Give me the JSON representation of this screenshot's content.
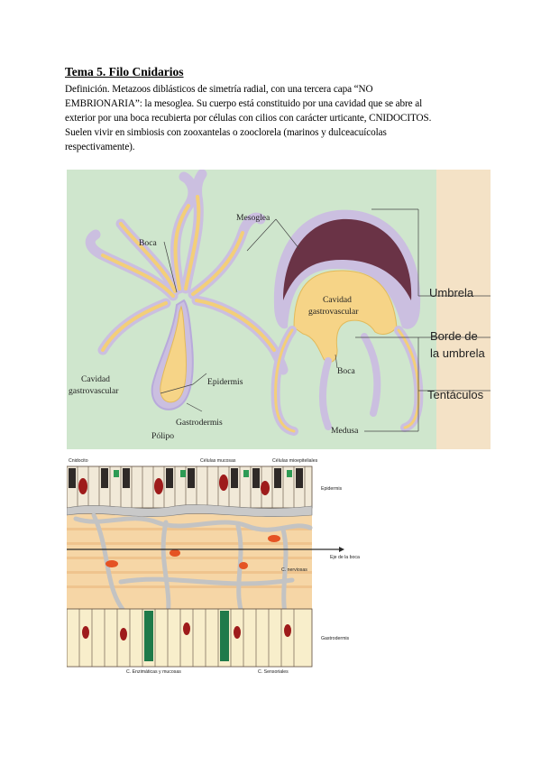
{
  "document": {
    "title": "Tema 5. Filo Cnidarios",
    "lines": [
      "Definición. Metazoos diblásticos de simetría radial, con una tercera capa “NO",
      "EMBRIONARIA”: la mesoglea. Su cuerpo está constituido por una cavidad que se abre al",
      "exterior por una boca recubierta por células con cilios con carácter urticante, CNIDOCITOS.",
      "Suelen vivir en simbiosis con zooxantelas o zooclorela (marinos y dulceacuícolas",
      "respectivamente)."
    ]
  },
  "figure1": {
    "labels": {
      "boca_polipo": "Boca",
      "mesoglea": "Mesoglea",
      "cavidad1_line1": "Cavidad",
      "cavidad1_line2": "gastrovascular",
      "epidermis": "Epidermis",
      "gastrodermis": "Gastrodermis",
      "polipo": "Pólipo",
      "cavidad2_line1": "Cavidad",
      "cavidad2_line2": "gastrovascular",
      "boca_medusa": "Boca",
      "medusa": "Medusa",
      "umbrela": "Umbrela",
      "borde_line1": "Borde de",
      "borde_line2": "la umbrela",
      "tentaculos": "Tentáculos"
    },
    "colors": {
      "background": "#cfe6cd",
      "sidebar": "#f4e2c6",
      "mesoglea": "#cbbfe0",
      "cavity": "#f6d487",
      "umbrela": "#6a3346"
    }
  },
  "figure2": {
    "labels": {
      "cnidocito": "Cnidocito",
      "celulas_mucosas": "Células mucosas",
      "celulas_mioepiteliales": "Células mioepiteliales",
      "epidermis": "Epidermis",
      "eje_boca": "Eje de la boca",
      "c_nerviosas": "C. nerviosas",
      "gastrodermis": "Gastrodermis",
      "c_enzimaticas": "C. Enzimáticas y mucosas",
      "c_sensoriales": "C. Sensoriales"
    }
  }
}
